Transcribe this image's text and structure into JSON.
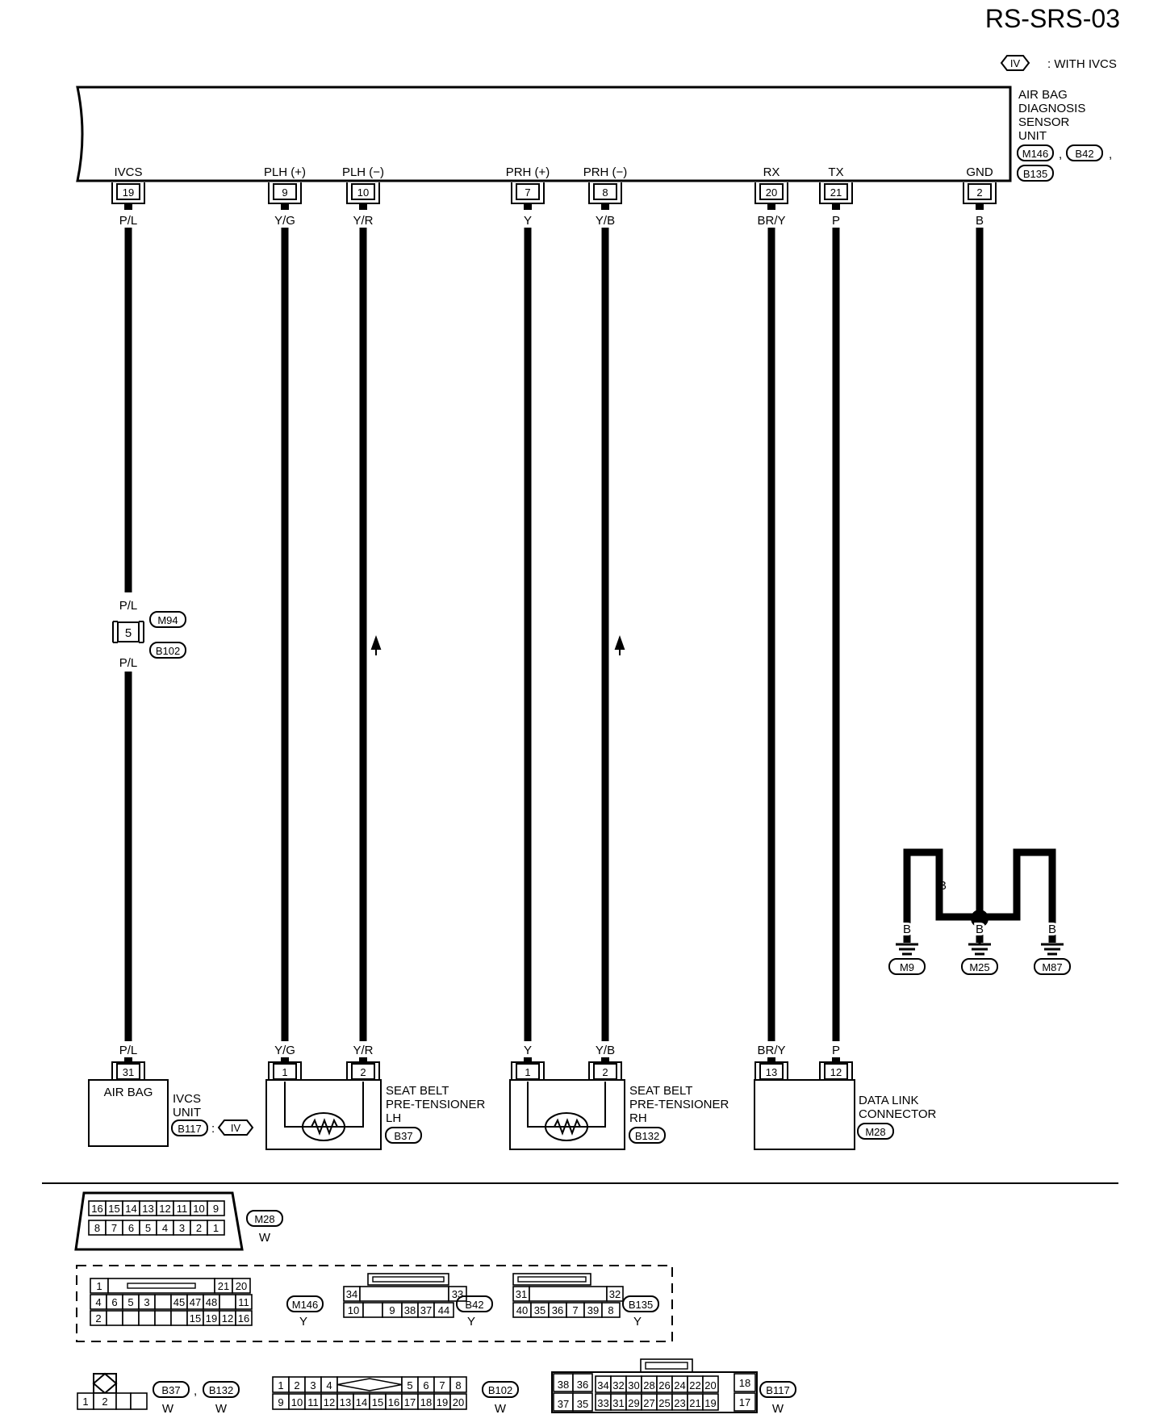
{
  "header": {
    "code": "RS-SRS-03",
    "legend_symbol": "IV",
    "legend_text": ": WITH IVCS"
  },
  "sensor_unit": {
    "name_lines": [
      "AIR BAG",
      "DIAGNOSIS",
      "SENSOR",
      "UNIT"
    ],
    "connectors": [
      "M146",
      "B42",
      "B135"
    ],
    "separator": ","
  },
  "circuits": [
    {
      "terminal_name": "IVCS",
      "pin": "19",
      "wire_top": "P/L",
      "wire_bottom": "P/L",
      "end_pin": "31"
    },
    {
      "terminal_name": "PLH (+)",
      "pin": "9",
      "wire_top": "Y/G",
      "wire_bottom": "Y/G",
      "end_pin": "1"
    },
    {
      "terminal_name": "PLH (−)",
      "pin": "10",
      "wire_top": "Y/R",
      "wire_bottom": "Y/R",
      "end_pin": "2"
    },
    {
      "terminal_name": "PRH (+)",
      "pin": "7",
      "wire_top": "Y",
      "wire_bottom": "Y",
      "end_pin": "1"
    },
    {
      "terminal_name": "PRH (−)",
      "pin": "8",
      "wire_top": "Y/B",
      "wire_bottom": "Y/B",
      "end_pin": "2"
    },
    {
      "terminal_name": "RX",
      "pin": "20",
      "wire_top": "BR/Y",
      "wire_bottom": "BR/Y",
      "end_pin": "13"
    },
    {
      "terminal_name": "TX",
      "pin": "21",
      "wire_top": "P",
      "wire_bottom": "P",
      "end_pin": "12"
    },
    {
      "terminal_name": "GND",
      "pin": "2",
      "wire_top": "B"
    }
  ],
  "inline_connector": {
    "pin": "5",
    "wire_above": "P/L",
    "wire_below": "P/L",
    "connectors": [
      "M94",
      "B102"
    ]
  },
  "ground": {
    "wire_labels": [
      "B",
      "B",
      "B"
    ],
    "lead_labels": [
      "B",
      "B",
      "B"
    ],
    "points": [
      "M9",
      "M25",
      "M87"
    ]
  },
  "components": {
    "ivcs": {
      "inner": "AIR BAG",
      "name_lines": [
        "IVCS",
        "UNIT"
      ],
      "connector": "B117",
      "colon": ":",
      "symbol": "IV"
    },
    "pretensioner_lh": {
      "name_lines": [
        "SEAT BELT",
        "PRE-TENSIONER",
        "LH"
      ],
      "connector": "B37"
    },
    "pretensioner_rh": {
      "name_lines": [
        "SEAT BELT",
        "PRE-TENSIONER",
        "RH"
      ],
      "connector": "B132"
    },
    "data_link": {
      "name_lines": [
        "DATA LINK",
        "CONNECTOR"
      ],
      "connector": "M28"
    }
  },
  "connector_views": {
    "m28": {
      "id": "M28",
      "color": "W",
      "row1": [
        "16",
        "15",
        "14",
        "13",
        "12",
        "11",
        "10",
        "9"
      ],
      "row2": [
        "8",
        "7",
        "6",
        "5",
        "4",
        "3",
        "2",
        "1"
      ]
    },
    "m146": {
      "id": "M146",
      "color": "Y",
      "row1": [
        "1",
        "",
        "",
        "",
        "",
        "",
        "",
        "21",
        "20"
      ],
      "row2": [
        "4",
        "6",
        "5",
        "3",
        "",
        "45",
        "47",
        "48",
        "",
        "11"
      ],
      "row3": [
        "2",
        "",
        "",
        "",
        "",
        "",
        "15",
        "19",
        "12",
        "16"
      ]
    },
    "b42": {
      "id": "B42",
      "color": "Y",
      "row1": [
        "34",
        "",
        "",
        "",
        "",
        "",
        "33"
      ],
      "row2": [
        "10",
        "",
        "9",
        "38",
        "37",
        "44"
      ]
    },
    "b135": {
      "id": "B135",
      "color": "Y",
      "row1": [
        "31",
        "",
        "",
        "",
        "",
        "32"
      ],
      "row2": [
        "40",
        "35",
        "36",
        "7",
        "39",
        "8"
      ]
    },
    "b37": {
      "ids": [
        "B37",
        "B132"
      ],
      "separator": ",",
      "colors": [
        "W",
        "W"
      ],
      "cells": [
        "1",
        "2",
        "",
        ""
      ]
    },
    "b102": {
      "id": "B102",
      "color": "W",
      "row1": [
        "1",
        "2",
        "3",
        "4",
        "5",
        "6",
        "7",
        "8"
      ],
      "row2": [
        "9",
        "10",
        "11",
        "12",
        "13",
        "14",
        "15",
        "16",
        "17",
        "18",
        "19",
        "20"
      ]
    },
    "b117": {
      "id": "B117",
      "color": "W",
      "left_top": [
        "38",
        "36"
      ],
      "left_bottom": [
        "37",
        "35"
      ],
      "mid_top": [
        "34",
        "32",
        "30",
        "28",
        "26",
        "24",
        "22",
        "20"
      ],
      "mid_bottom": [
        "33",
        "31",
        "29",
        "27",
        "25",
        "23",
        "21",
        "19"
      ],
      "right": [
        "18",
        "17"
      ]
    }
  }
}
